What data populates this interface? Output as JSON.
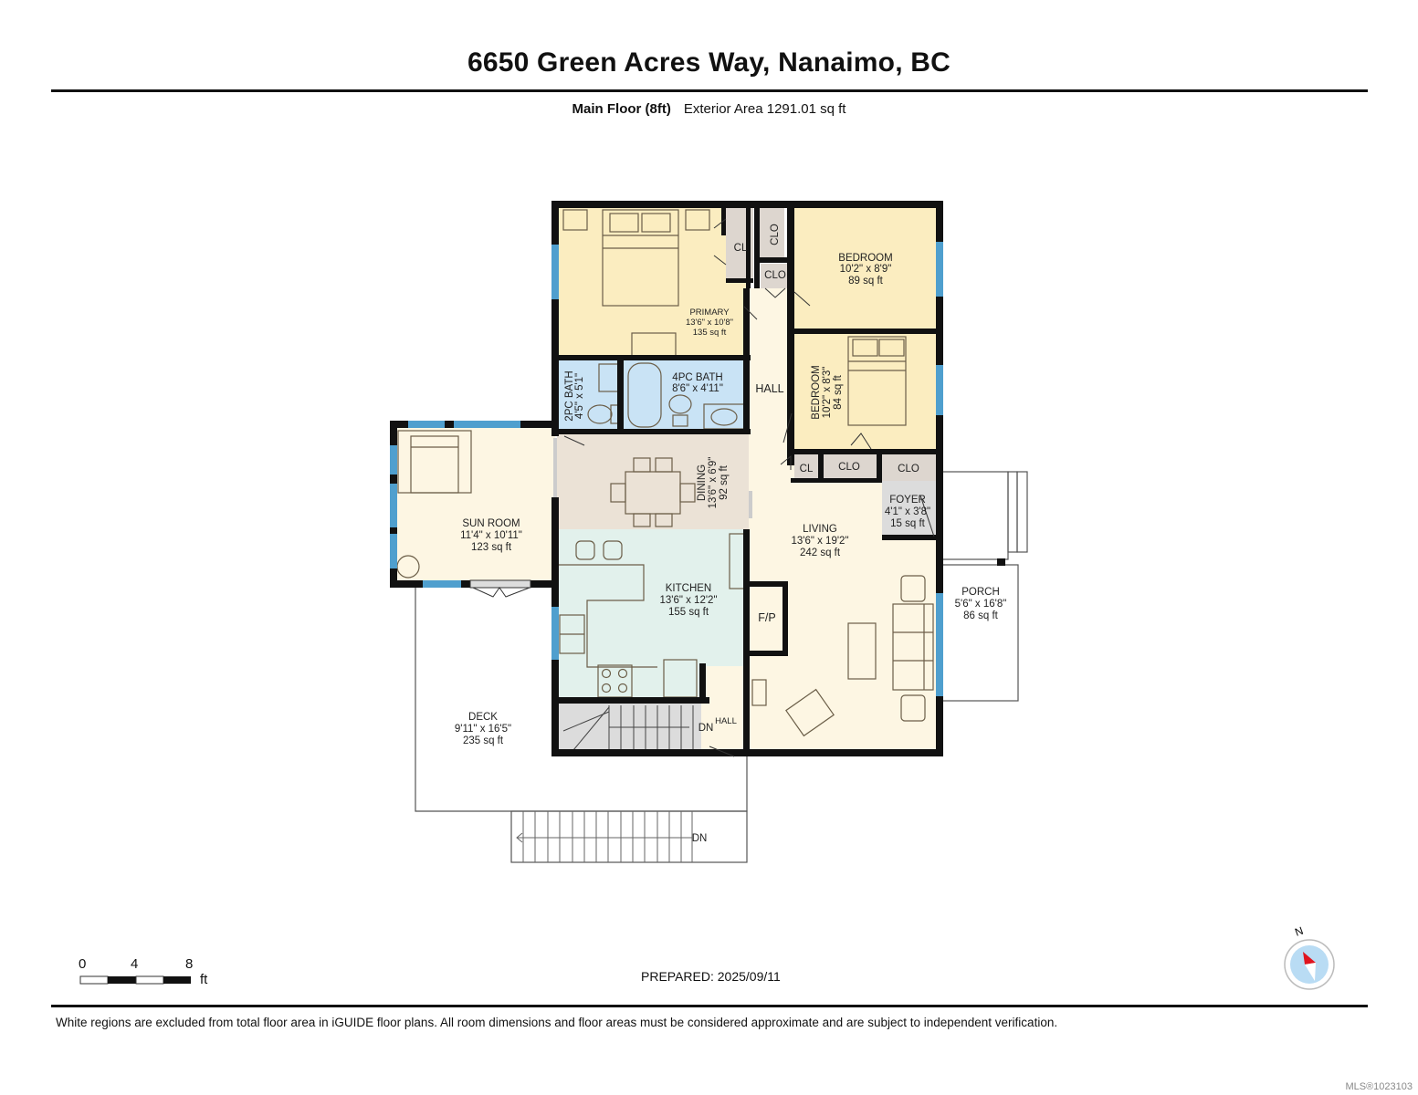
{
  "header": {
    "title": "6650 Green Acres Way, Nanaimo, BC",
    "floor_label": "Main Floor (8ft)",
    "area_label": "Exterior Area 1291.01 sq ft"
  },
  "rooms": {
    "primary": {
      "name": "PRIMARY",
      "dims": "13'6\" x 10'8\"",
      "area": "135 sq ft"
    },
    "bedroom1": {
      "name": "BEDROOM",
      "dims": "10'2\" x 8'9\"",
      "area": "89 sq ft"
    },
    "bedroom2": {
      "name": "BEDROOM",
      "dims": "10'2\" x 8'3\"",
      "area": "84 sq ft"
    },
    "bath2pc": {
      "name": "2PC BATH",
      "dims": "4'5\" x 5'1\""
    },
    "bath4pc": {
      "name": "4PC BATH",
      "dims": "8'6\" x 4'11\""
    },
    "hall": {
      "name": "HALL"
    },
    "dining": {
      "name": "DINING",
      "dims": "13'6\" x 6'9\"",
      "area": "92 sq ft"
    },
    "sunroom": {
      "name": "SUN ROOM",
      "dims": "11'4\" x 10'11\"",
      "area": "123 sq ft"
    },
    "kitchen": {
      "name": "KITCHEN",
      "dims": "13'6\" x 12'2\"",
      "area": "155 sq ft"
    },
    "living": {
      "name": "LIVING",
      "dims": "13'6\" x 19'2\"",
      "area": "242 sq ft"
    },
    "foyer": {
      "name": "FOYER",
      "dims": "4'1\" x 3'8\"",
      "area": "15 sq ft"
    },
    "porch": {
      "name": "PORCH",
      "dims": "5'6\" x 16'8\"",
      "area": "86 sq ft"
    },
    "deck": {
      "name": "DECK",
      "dims": "9'11\" x 16'5\"",
      "area": "235 sq ft"
    },
    "fireplace": {
      "name": "F/P"
    },
    "hall_lower": {
      "name": "HALL"
    },
    "closet_cl1": {
      "name": "CL"
    },
    "closet_clo1": {
      "name": "CLO"
    },
    "closet_clo2": {
      "name": "CLO"
    },
    "closet_cl2": {
      "name": "CL"
    },
    "closet_clo3": {
      "name": "CLO"
    },
    "closet_clo4": {
      "name": "CLO"
    },
    "stairs_down_interior": {
      "name": "DN"
    },
    "stairs_down_deck": {
      "name": "DN"
    }
  },
  "colors": {
    "bedroom": "#fbedc0",
    "living": "#fdf6e3",
    "bath": "#c9e3f5",
    "dining": "#ebe2d6",
    "kitchen": "#e2f1ec",
    "closet": "#ddd6cf",
    "foyer": "#dcdcdc",
    "window": "#4f9fce",
    "wall": "#111111",
    "compass_red": "#e0151f",
    "compass_blue": "#b9dcf4"
  },
  "scale_bar": {
    "ticks": [
      "0",
      "4",
      "8"
    ],
    "unit": "ft"
  },
  "compass": {
    "label": "N"
  },
  "footer": {
    "prepared": "PREPARED: 2025/09/11",
    "disclaimer": "White regions are excluded from total floor area in iGUIDE floor plans. All room dimensions and floor areas must be considered approximate and are subject to independent verification.",
    "mls": "MLS®1023103"
  }
}
